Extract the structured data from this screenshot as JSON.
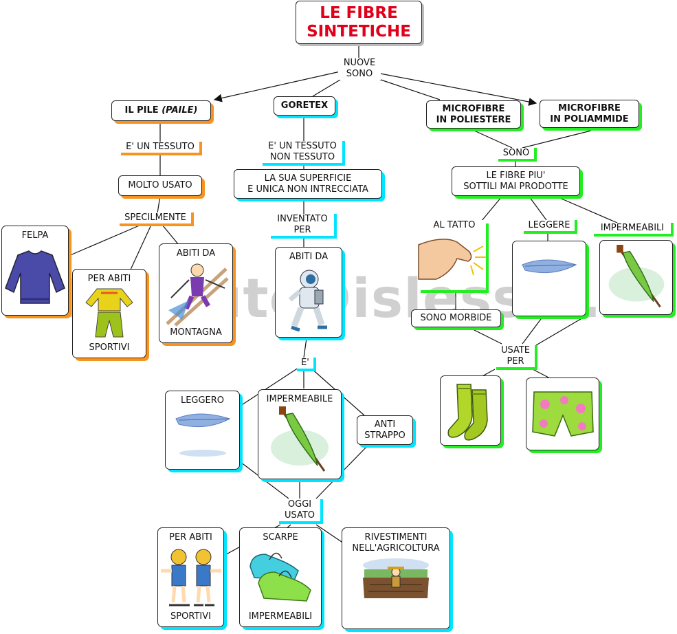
{
  "title": "LE FIBRE\nSINTETICHE",
  "link_nuove_sono": "NUOVE\nSONO",
  "watermark": "By AutoDislessia.net",
  "pile": {
    "title": "IL PILE",
    "title_italic": "(PAILE)",
    "link1": "E' UN TESSUTO",
    "box1": "MOLTO USATO",
    "link2": "SPECILMENTE",
    "felpa": "FELPA",
    "abiti_sportivi_top": "PER ABITI",
    "abiti_sportivi_bottom": "SPORTIVI",
    "montagna_top": "ABITI DA",
    "montagna_bottom": "MONTAGNA"
  },
  "goretex": {
    "title": "GORETEX",
    "link1": "E' UN TESSUTO\nNON TESSUTO",
    "box1": "LA SUA SUPERFICIE\nE UNICA NON INTRECCIATA",
    "link2": "INVENTATO\nPER",
    "abiti_da": "ABITI DA",
    "link3": "E'",
    "leggero": "LEGGERO",
    "impermeabile": "IMPERMEABILE",
    "anti_strappo": "ANTI\nSTRAPPO",
    "link4": "OGGI\nUSATO",
    "sport_top": "PER ABITI",
    "sport_bottom": "SPORTIVI",
    "scarpe_top": "SCARPE",
    "scarpe_bottom": "IMPERMEABILI",
    "agricoltura": "RIVESTIMENTI\nNELL'AGRICOLTURA"
  },
  "micro": {
    "poliestere": "MICROFIBRE\nIN POLIESTERE",
    "poliammide": "MICROFIBRE\nIN POLIAMMIDE",
    "link1": "SONO",
    "box1": "LE FIBRE PIU'\nSOTTILI MAI PRODOTTE",
    "al_tatto": "AL TATTO",
    "leggere": "LEGGERE",
    "impermeabili": "IMPERMEABILI",
    "morbide": "SONO MORBIDE",
    "link2": "USATE\nPER"
  },
  "colors": {
    "title": "#e0001a",
    "orange": "#f7931e",
    "cyan": "#00e5ff",
    "green": "#22ee22"
  }
}
